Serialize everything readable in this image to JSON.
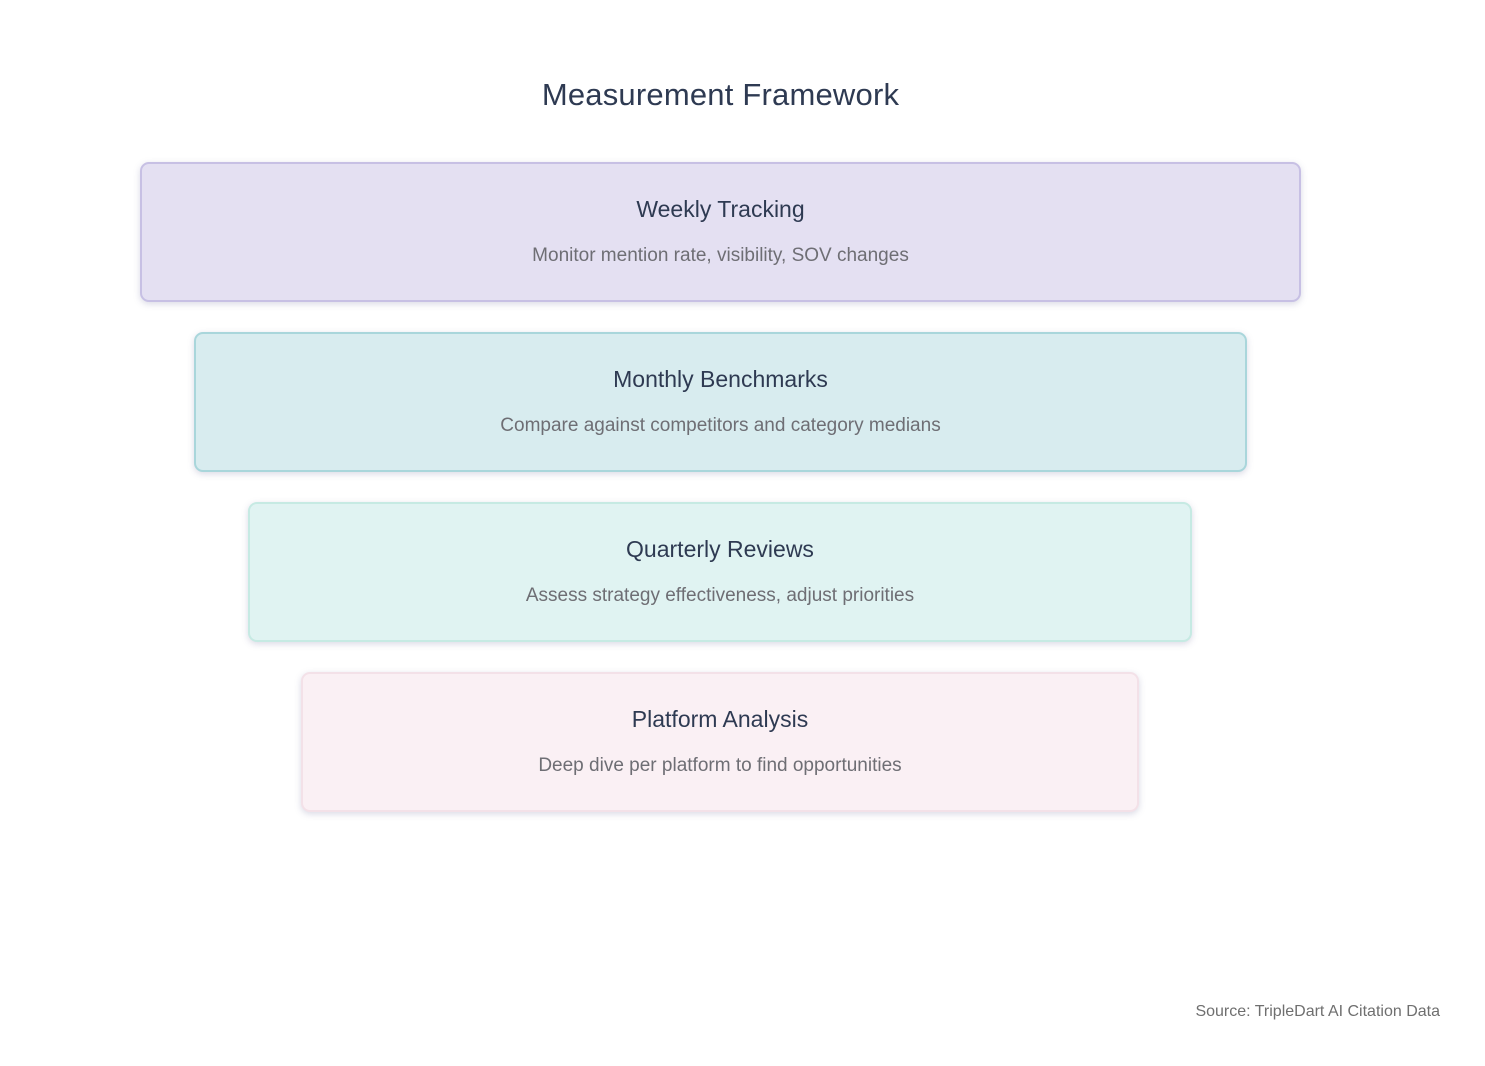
{
  "page": {
    "title": "Measurement Framework",
    "source": "Source: TripleDart AI Citation Data",
    "background_color": "#ffffff",
    "heading_color": "#2e3a52",
    "description_color": "#6e6e74",
    "source_color": "#6f6f6f"
  },
  "levels": [
    {
      "title": "Weekly Tracking",
      "description": "Monitor mention rate, visibility, SOV changes",
      "fill_color": "#e4e0f2",
      "border_color": "#c7c0e4"
    },
    {
      "title": "Monthly Benchmarks",
      "description": "Compare against competitors and category medians",
      "fill_color": "#d8ecef",
      "border_color": "#a9d6db"
    },
    {
      "title": "Quarterly Reviews",
      "description": "Assess strategy effectiveness, adjust priorities",
      "fill_color": "#e0f3f2",
      "border_color": "#c6eae3"
    },
    {
      "title": "Platform Analysis",
      "description": "Deep dive per platform to find opportunities",
      "fill_color": "#faf0f4",
      "border_color": "#f3e1e8"
    }
  ]
}
